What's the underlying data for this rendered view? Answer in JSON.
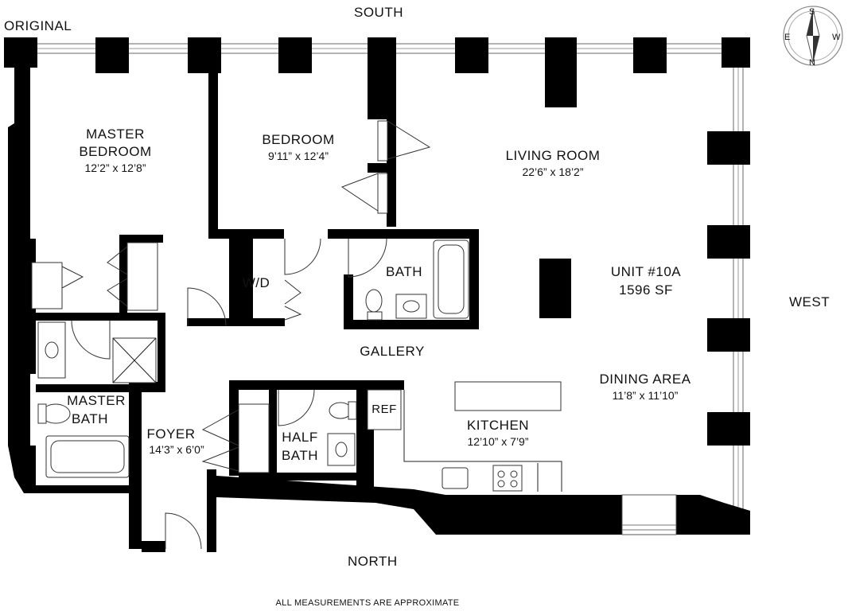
{
  "corner_label": "ORIGINAL",
  "directions": {
    "south": "SOUTH",
    "north": "NORTH",
    "west": "WEST"
  },
  "compass": {
    "n": "N",
    "s": "S",
    "e": "E",
    "w": "W"
  },
  "rooms": {
    "master_bedroom": {
      "name_line1": "MASTER",
      "name_line2": "BEDROOM",
      "dim": "12’2” x 12’8”"
    },
    "bedroom": {
      "name": "BEDROOM",
      "dim": "9’11” x 12’4”"
    },
    "living_room": {
      "name": "LIVING ROOM",
      "dim": "22’6” x 18’2”"
    },
    "wd": {
      "name": "W/D"
    },
    "bath": {
      "name": "BATH"
    },
    "unit": {
      "name": "UNIT #10A",
      "area": "1596 SF"
    },
    "gallery": {
      "name": "GALLERY"
    },
    "dining_area": {
      "name": "DINING AREA",
      "dim": "11’8” x 11’10”"
    },
    "master_bath": {
      "name_line1": "MASTER",
      "name_line2": "BATH"
    },
    "foyer": {
      "name": "FOYER",
      "dim": "14’3” x 6’0”"
    },
    "half_bath": {
      "name_line1": "HALF",
      "name_line2": "BATH"
    },
    "ref": {
      "name": "REF"
    },
    "kitchen": {
      "name": "KITCHEN",
      "dim": "12’10” x 7’9”"
    }
  },
  "footer_note": "ALL MEASUREMENTS ARE APPROXIMATE"
}
